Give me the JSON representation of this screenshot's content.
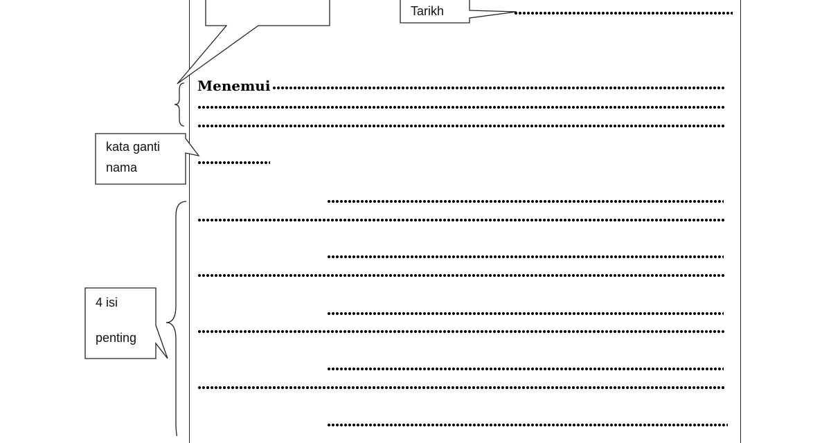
{
  "callouts": {
    "tarikh": "Tarikh",
    "kata_ganti_line1": "kata ganti",
    "kata_ganti_line2": "nama",
    "isi_line1": "4 isi",
    "isi_line2": "penting"
  },
  "letter": {
    "salutation": "Menemui"
  }
}
